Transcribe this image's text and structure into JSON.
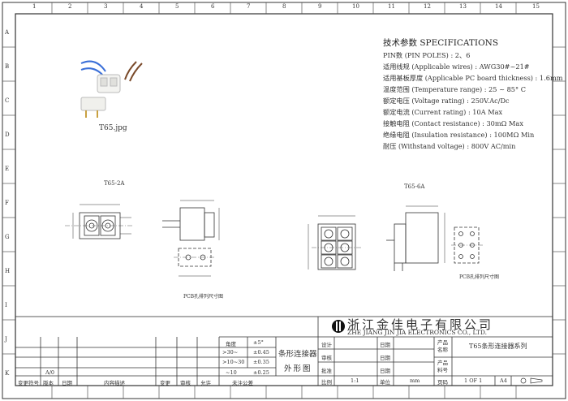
{
  "border": {
    "top_numbers": [
      "1",
      "2",
      "3",
      "4",
      "5",
      "6",
      "7",
      "8",
      "9",
      "10",
      "11",
      "12",
      "13",
      "14",
      "15"
    ],
    "side_letters": [
      "A",
      "B",
      "C",
      "D",
      "E",
      "F",
      "G",
      "H",
      "I",
      "J",
      "K"
    ]
  },
  "photo": {
    "caption": "T65.jpg"
  },
  "specs": {
    "title": "技术参数 SPECIFICATIONS",
    "lines": [
      "PIN数 (PIN POLES) : 2、6",
      "适用线规 (Applicable wires) : AWG30#~21#",
      "适用基板厚度 (Applicable PC board thickness) : 1.6mm",
      "温度范围 (Temperature range) :  25 ~ 85° C",
      "额定电压 (Voltage rating) : 250V.Ac/Dc",
      "额定电流 (Current rating) : 10A Max",
      "接触电阻 (Contact resistance) : 30mΩ Max",
      "绝缘电阻 (Insulation resistance) : 100MΩ  Min",
      "耐压 (Withstand voltage) : 800V AC/min"
    ]
  },
  "drawings": {
    "left_label": "T65-2A",
    "right_label": "T65-6A",
    "left_pcb_caption": "PCB孔排列尺寸图",
    "right_pcb_caption": "PCB孔排列尺寸图"
  },
  "title_block": {
    "company_cn": "浙江金佳电子有限公司",
    "company_en": "ZHE JIANG JIN JIA ELECTRONICS CO., LTD.",
    "product_name_cn": "条形连接器",
    "drawing_type": "外形图",
    "series": "T65条形连接器系列",
    "tolerance": {
      "angle_label": "角度",
      "angle_value": "±5°",
      "rows": [
        {
          "range": ">30~",
          "value": "±0.45"
        },
        {
          "range": ">10~30",
          "value": "±0.35"
        },
        {
          "range": "~10",
          "value": "±0.25"
        }
      ],
      "footer": "未注公差"
    },
    "rev_headers": [
      "变更符号",
      "版本",
      "日期",
      "内容描述",
      "变更",
      "审核",
      "允许"
    ],
    "rev_row": {
      "version": "A/0"
    },
    "sign_labels": [
      "设计",
      "审核",
      "批准"
    ],
    "date_label": "日期",
    "product_label": "产品\n名称",
    "product_no_label": "产品\n料号",
    "bottom": {
      "ratio_label": "比例",
      "ratio_value": "1:1",
      "unit_label": "单位",
      "unit_value": "mm",
      "page_label": "页码",
      "page_value": "1 OF 1",
      "size_label": "A4"
    }
  }
}
